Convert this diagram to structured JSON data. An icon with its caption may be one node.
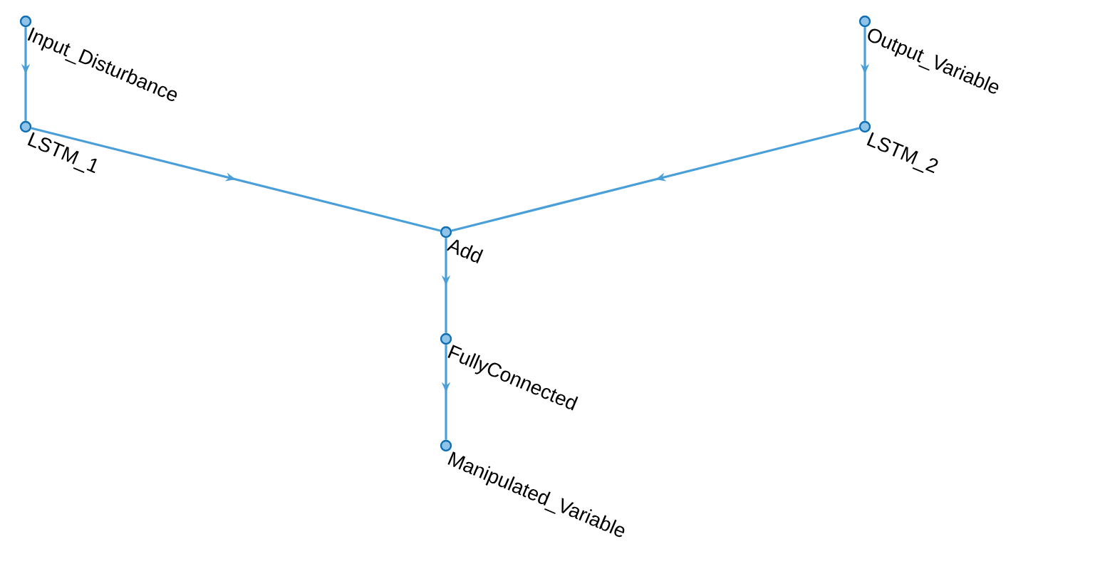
{
  "diagram": {
    "nodes": [
      {
        "text": [
          "Input_Disturbance"
        ]
      },
      {
        "text": [
          "LSTM_1"
        ]
      },
      {
        "text": [
          "Output_Variable"
        ]
      },
      {
        "text": [
          "LSTM_2"
        ]
      },
      {
        "text": [
          "Add"
        ]
      },
      {
        "text": [
          "FullyConnected"
        ]
      },
      {
        "text": [
          "Manipulated_Variable"
        ]
      }
    ],
    "edges": [
      {
        "from": 0,
        "to": 1,
        "arrow": "to"
      },
      {
        "from": 1,
        "to": 4,
        "arrow": "to"
      },
      {
        "from": 2,
        "to": 3,
        "arrow": "to"
      },
      {
        "from": 3,
        "to": 4,
        "arrow": "to"
      },
      {
        "from": 4,
        "to": 5,
        "arrow": "to"
      },
      {
        "from": 5,
        "to": 6,
        "arrow": "to"
      }
    ]
  }
}
